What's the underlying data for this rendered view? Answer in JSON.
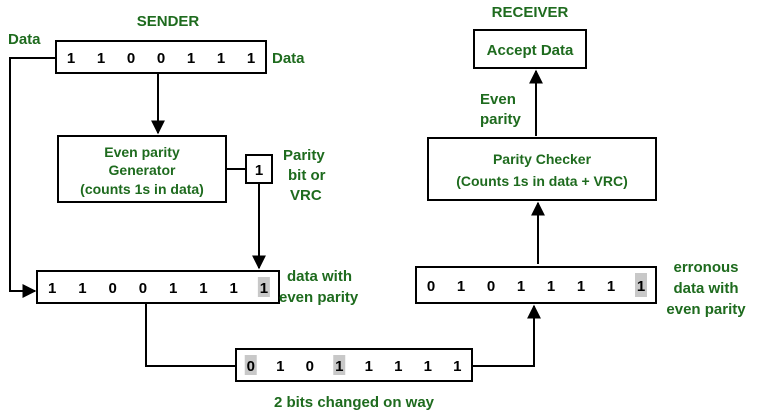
{
  "sender": {
    "title": "SENDER",
    "data_in_label": "Data",
    "data_label": "Data",
    "data_bits": [
      "1",
      "1",
      "0",
      "0",
      "1",
      "1",
      "1"
    ],
    "generator": {
      "line1": "Even parity",
      "line2": "Generator",
      "line3": "(counts 1s in data)"
    },
    "parity_bit": "1",
    "parity_label": {
      "line1": "Parity",
      "line2": "bit or",
      "line3": "VRC"
    },
    "parity_data_bits": [
      "1",
      "1",
      "0",
      "0",
      "1",
      "1",
      "1",
      "1"
    ],
    "parity_data_label": {
      "line1": "data with",
      "line2": "even parity"
    }
  },
  "channel": {
    "bits": [
      "0",
      "1",
      "0",
      "1",
      "1",
      "1",
      "1",
      "1"
    ],
    "changed_bits": [
      0,
      3
    ],
    "label": "2 bits changed on way"
  },
  "receiver": {
    "title": "RECEIVER",
    "accept_label": "Accept Data",
    "even_parity_label": {
      "line1": "Even",
      "line2": "parity"
    },
    "checker": {
      "line1": "Parity Checker",
      "line2": "(Counts 1s in data + VRC)"
    },
    "received_bits": [
      "0",
      "1",
      "0",
      "1",
      "1",
      "1",
      "1",
      "1"
    ],
    "erroneous_label": {
      "line1": "erronous",
      "line2": "data with",
      "line3": "even parity"
    }
  },
  "colors": {
    "label_green": "#1e6b1e",
    "highlight_gray": "#c8c8c8",
    "line": "#000000"
  }
}
